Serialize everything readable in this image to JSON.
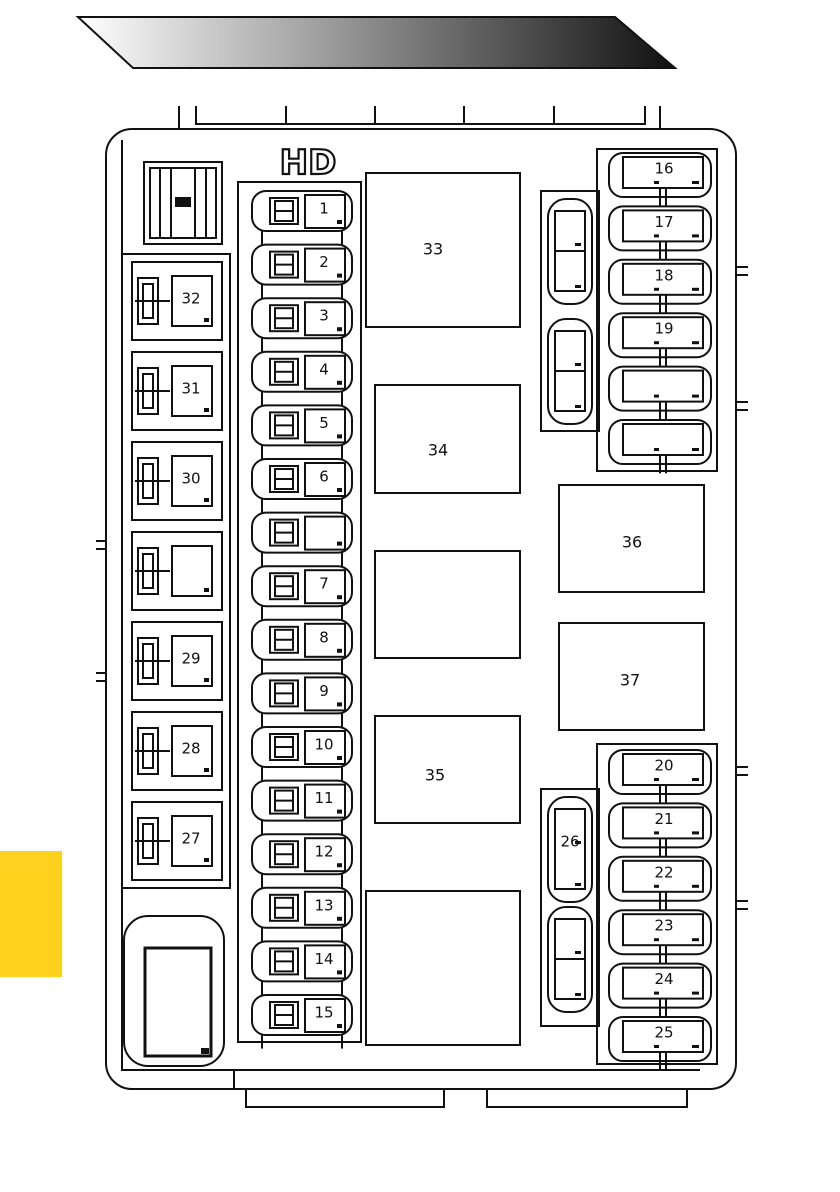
{
  "header": {
    "colors": {
      "gradient_start": "#ffffff",
      "gradient_end": "#111111"
    }
  },
  "side_tab": {
    "color": "#fdd11e"
  },
  "panel": {
    "title": "HD",
    "center_fuses": [
      "1",
      "2",
      "3",
      "4",
      "5",
      "6",
      "",
      "7",
      "8",
      "9",
      "10",
      "11",
      "12",
      "13",
      "14",
      "15"
    ],
    "left_relays": [
      "32",
      "31",
      "30",
      "",
      "29",
      "28",
      "27"
    ],
    "big_relays": [
      "33",
      "34",
      "",
      "35",
      "",
      "36",
      "37"
    ],
    "right_top_fuses": [
      "16",
      "17",
      "18",
      "19",
      "",
      ""
    ],
    "right_bottom_fuses": [
      "20",
      "21",
      "22",
      "23",
      "24",
      "25"
    ],
    "small_relay_label": "26"
  }
}
